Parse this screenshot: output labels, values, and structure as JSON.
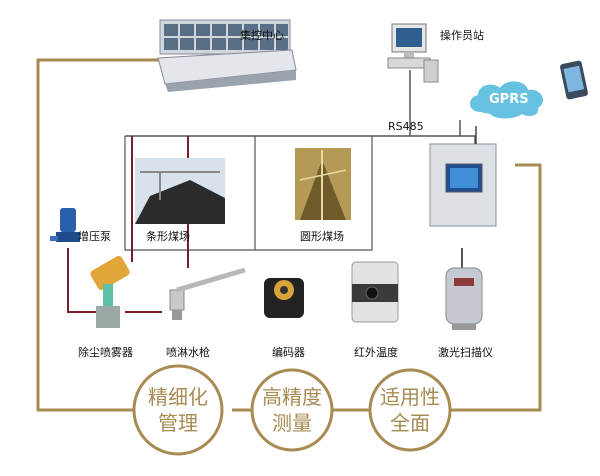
{
  "nodes": {
    "control_center": "集控中心",
    "operator_station": "操作员站",
    "gprs": "GPRS",
    "rs485": "RS485",
    "strip_yard": "条形煤场",
    "round_yard": "圆形煤场",
    "booster_pump": "增压泵",
    "dust_sprayer": "除尘喷雾器",
    "water_gun": "喷淋水枪",
    "encoder": "编码器",
    "infrared_temp": "红外温度",
    "laser_scanner": "激光扫描仪"
  },
  "features": [
    {
      "line1": "精细化",
      "line2": "管理"
    },
    {
      "line1": "高精度",
      "line2": "测量"
    },
    {
      "line1": "适用性",
      "line2": "全面"
    }
  ],
  "colors": {
    "frame_line": "#a78b52",
    "device_line": "#7a1c2e",
    "bus_line": "#333333",
    "cloud": "#66c2e0"
  }
}
